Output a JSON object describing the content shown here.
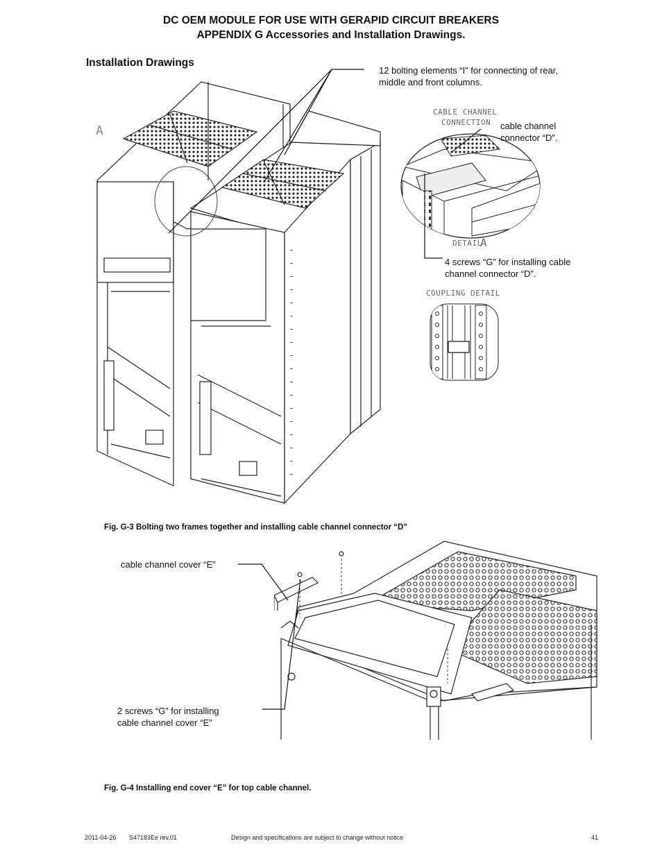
{
  "header": {
    "line1": "DC OEM MODULE FOR USE WITH GERAPID CIRCUIT BREAKERS",
    "line2": "APPENDIX G  Accessories and Installation Drawings."
  },
  "section_title": "Installation Drawings",
  "fig_g3": {
    "callouts": {
      "bolting": "12 bolting elements “I” for connecting of rear, middle and front columns.",
      "connector": "cable channel connector “D”.",
      "screws": "4 screws “G” for installing cable channel connector “D”."
    },
    "drawing_labels": {
      "section_mark": "A",
      "detail_header_1": "CABLE CHANNEL",
      "detail_header_2": "CONNECTION",
      "detail_name": "DETAIL",
      "detail_letter": "A",
      "coupling": "COUPLING DETAIL"
    },
    "caption": "Fig. G-3  Bolting two frames together and installing cable channel connector “D”"
  },
  "fig_g4": {
    "callouts": {
      "cover": "cable channel cover “E”",
      "screws": "2 screws “G” for installing cable channel cover “E”"
    },
    "caption": "Fig. G-4  Installing end cover “E” for top cable channel."
  },
  "footer": {
    "date": "2011-04-26",
    "doc": "S47183Ee rev.01",
    "notice": "Design and specifications are subject to change without notice",
    "page": "41"
  }
}
